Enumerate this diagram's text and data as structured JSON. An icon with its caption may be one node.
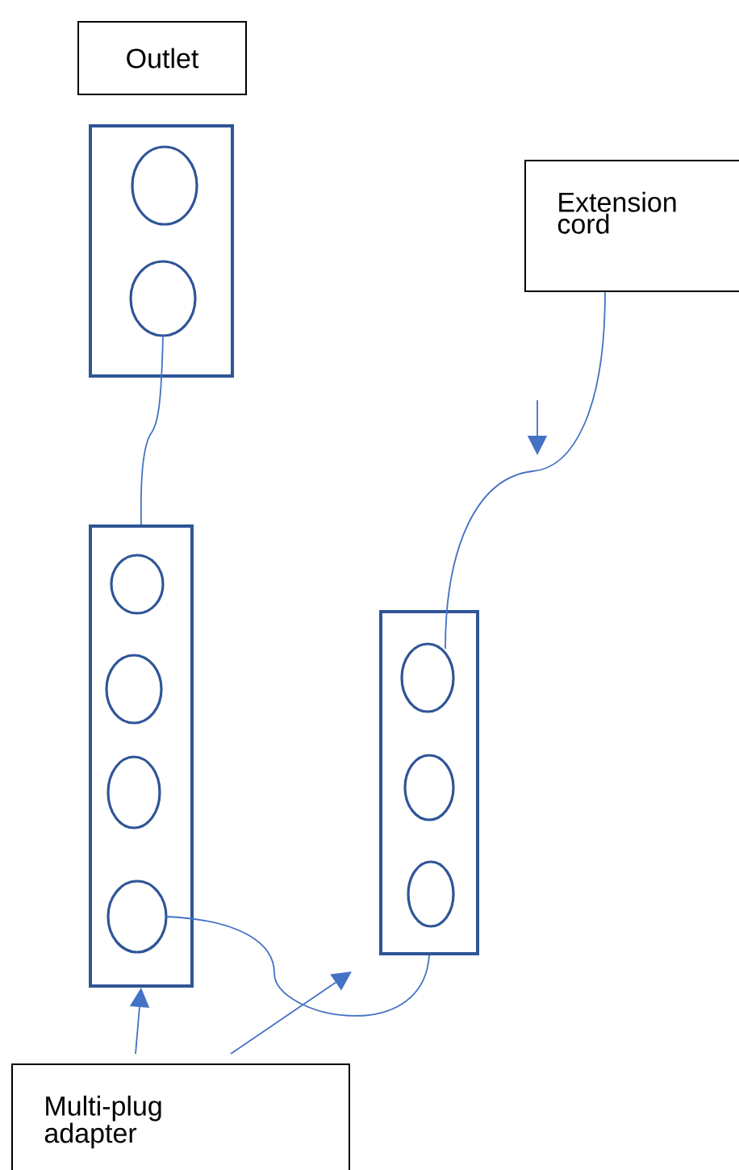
{
  "diagram": {
    "nodes": [
      {
        "text": [
          "Outlet"
        ]
      },
      {
        "text": [],
        "shape": "box"
      },
      {
        "text": [],
        "shape": "box"
      },
      {
        "text": [],
        "shape": "box"
      },
      {
        "text": [
          "Extension cord"
        ]
      },
      {
        "text": [
          "Multi-plug adapter"
        ]
      }
    ],
    "edges": [
      {
        "from": 1,
        "to": 2,
        "arrow": "none"
      },
      {
        "from": 2,
        "to": 3,
        "arrow": "none"
      },
      {
        "from": 4,
        "to": 3,
        "arrow": "none"
      },
      {
        "from": 5,
        "to": 2,
        "arrow": "to"
      },
      {
        "from": 5,
        "to": null,
        "arrow": "to"
      }
    ]
  }
}
